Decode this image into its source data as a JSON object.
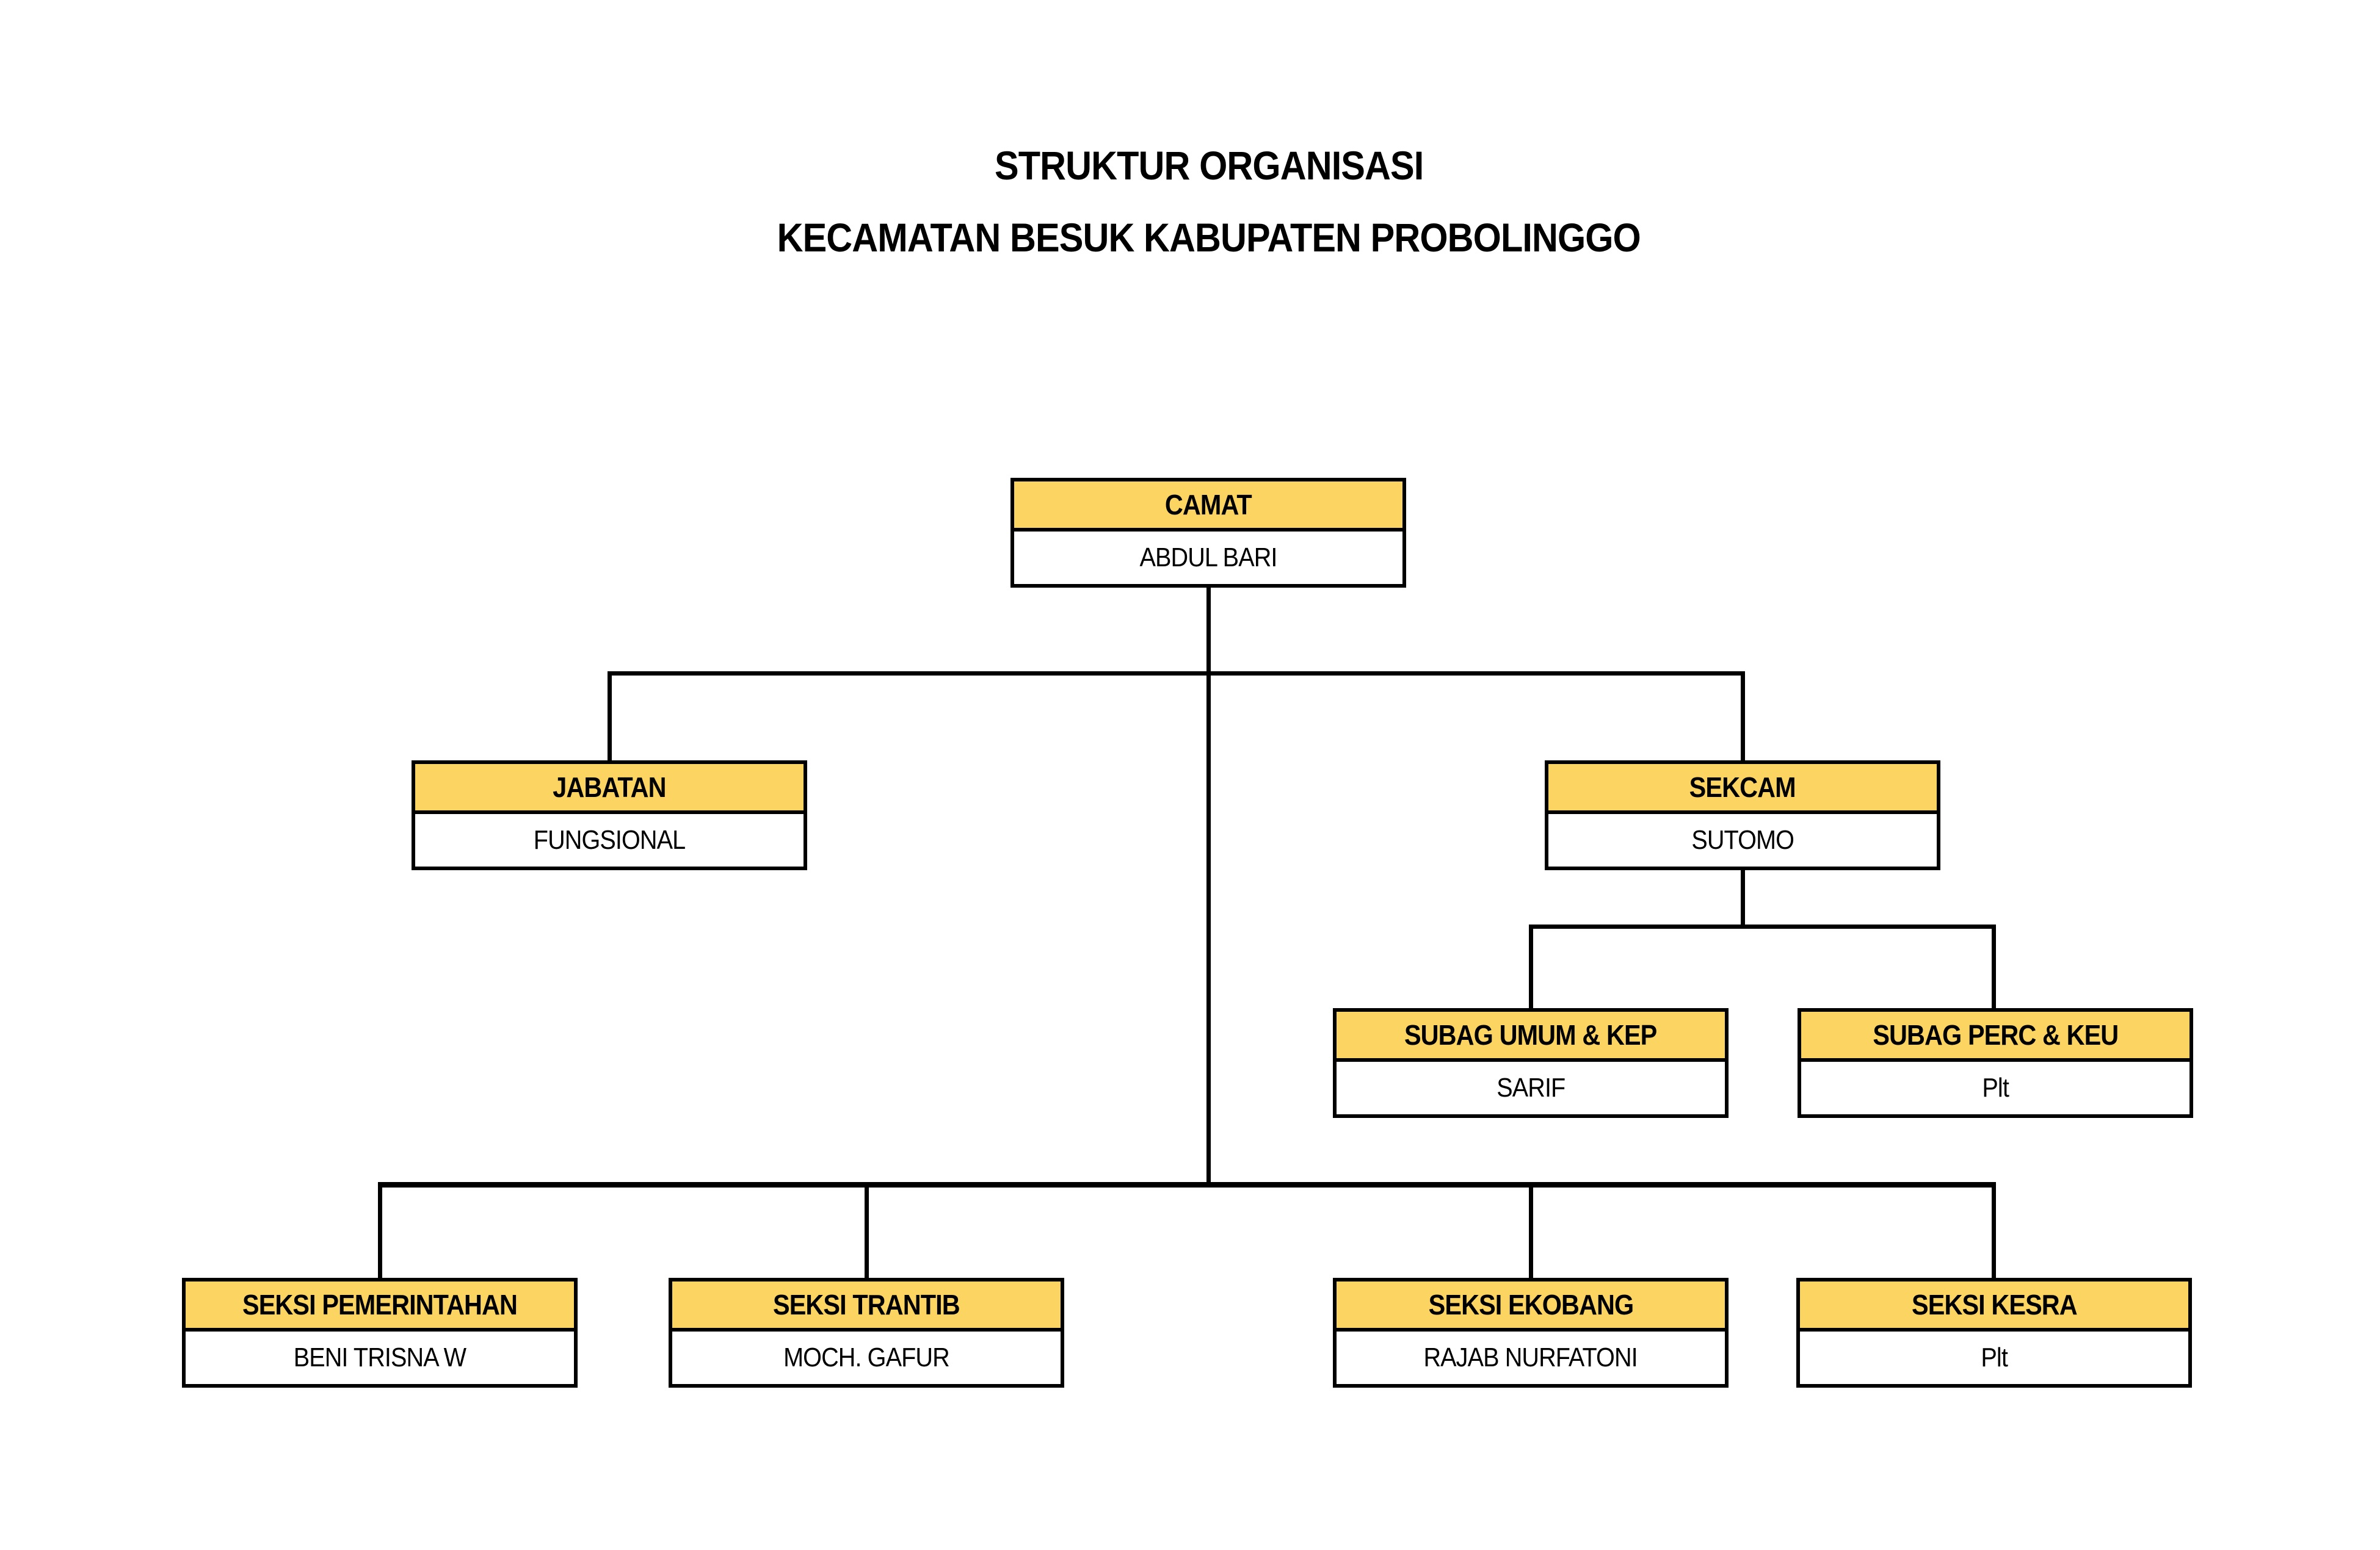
{
  "title": {
    "line1": "STRUKTUR ORGANISASI",
    "line2": "KECAMATAN BESUK KABUPATEN PROBOLINGGO"
  },
  "colors": {
    "header_fill": "#FCD462",
    "border": "#000000",
    "text": "#000000",
    "background": "#FFFFFF"
  },
  "nodes": {
    "camat": {
      "title": "CAMAT",
      "name": "ABDUL BARI"
    },
    "jabatan": {
      "title": "JABATAN",
      "name": "FUNGSIONAL"
    },
    "sekcam": {
      "title": "SEKCAM",
      "name": "SUTOMO"
    },
    "subag_umum": {
      "title": "SUBAG UMUM & KEP",
      "name": "SARIF"
    },
    "subag_perc": {
      "title": "SUBAG PERC & KEU",
      "name": "Plt"
    },
    "pemerintahan": {
      "title": "SEKSI PEMERINTAHAN",
      "name": "BENI TRISNA W"
    },
    "trantib": {
      "title": "SEKSI TRANTIB",
      "name": "MOCH. GAFUR"
    },
    "ekobang": {
      "title": "SEKSI EKOBANG",
      "name": "RAJAB NURFATONI"
    },
    "kesra": {
      "title": "SEKSI KESRA",
      "name": "Plt"
    }
  },
  "hierarchy": [
    {
      "parent": "CAMAT",
      "children": [
        "JABATAN",
        "SEKCAM",
        "SEKSI PEMERINTAHAN",
        "SEKSI TRANTIB",
        "SEKSI EKOBANG",
        "SEKSI KESRA"
      ]
    },
    {
      "parent": "SEKCAM",
      "children": [
        "SUBAG UMUM & KEP",
        "SUBAG PERC & KEU"
      ]
    }
  ]
}
